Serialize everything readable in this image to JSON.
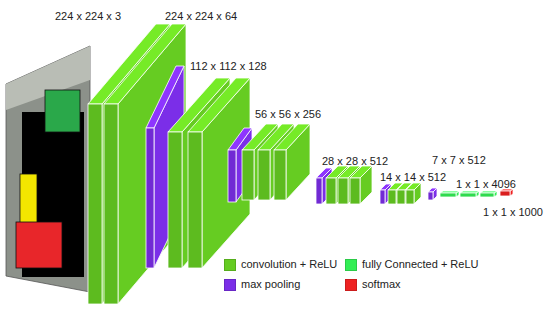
{
  "diagram": {
    "labels": [
      "224 x 224 x 3",
      "224 x 224 x 64",
      "112 x 112 x 128",
      "56 x 56 x 256",
      "28 x 28 x 512",
      "14 x 14 x 512",
      "7 x 7 x 512",
      "1 x 1 x 4096",
      "1 x 1 x 1000"
    ],
    "legend": [
      {
        "text": "convolution + ReLU",
        "color": "#66cc22"
      },
      {
        "text": "fully Connected + ReLU",
        "color": "#33ee55"
      },
      {
        "text": "max pooling",
        "color": "#7b2ee8"
      },
      {
        "text": "softmax",
        "color": "#ee2222"
      }
    ]
  }
}
